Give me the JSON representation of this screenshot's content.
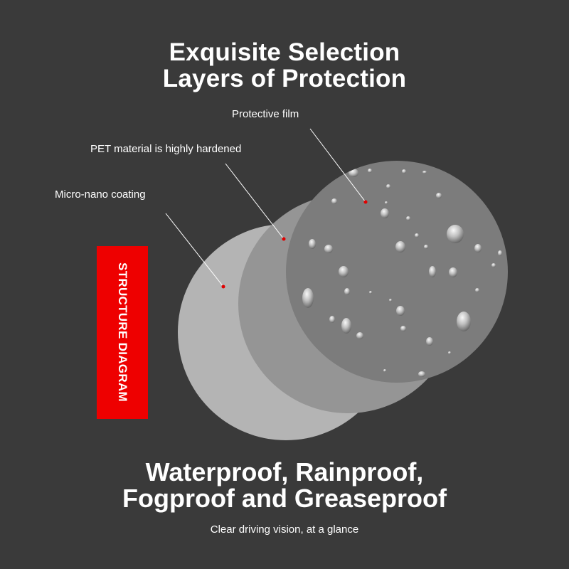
{
  "headline": {
    "line1": "Exquisite Selection",
    "line2": "Layers of Protection"
  },
  "layers": [
    {
      "label": "Protective film"
    },
    {
      "label": "PET material is highly hardened"
    },
    {
      "label": "Micro-nano coating"
    }
  ],
  "badge": {
    "text": "STRUCTURE DIAGRAM",
    "color": "#ee0000"
  },
  "tagline": {
    "line1": "Waterproof, Rainproof,",
    "line2": "Fogproof and Greaseproof"
  },
  "subtitle": "Clear driving vision, at a glance",
  "colors": {
    "background": "#3a3a3a",
    "layer_back": "#b4b4b4",
    "layer_middle": "#959595",
    "layer_front": "#7c7c7c",
    "marker": "#e00000"
  }
}
